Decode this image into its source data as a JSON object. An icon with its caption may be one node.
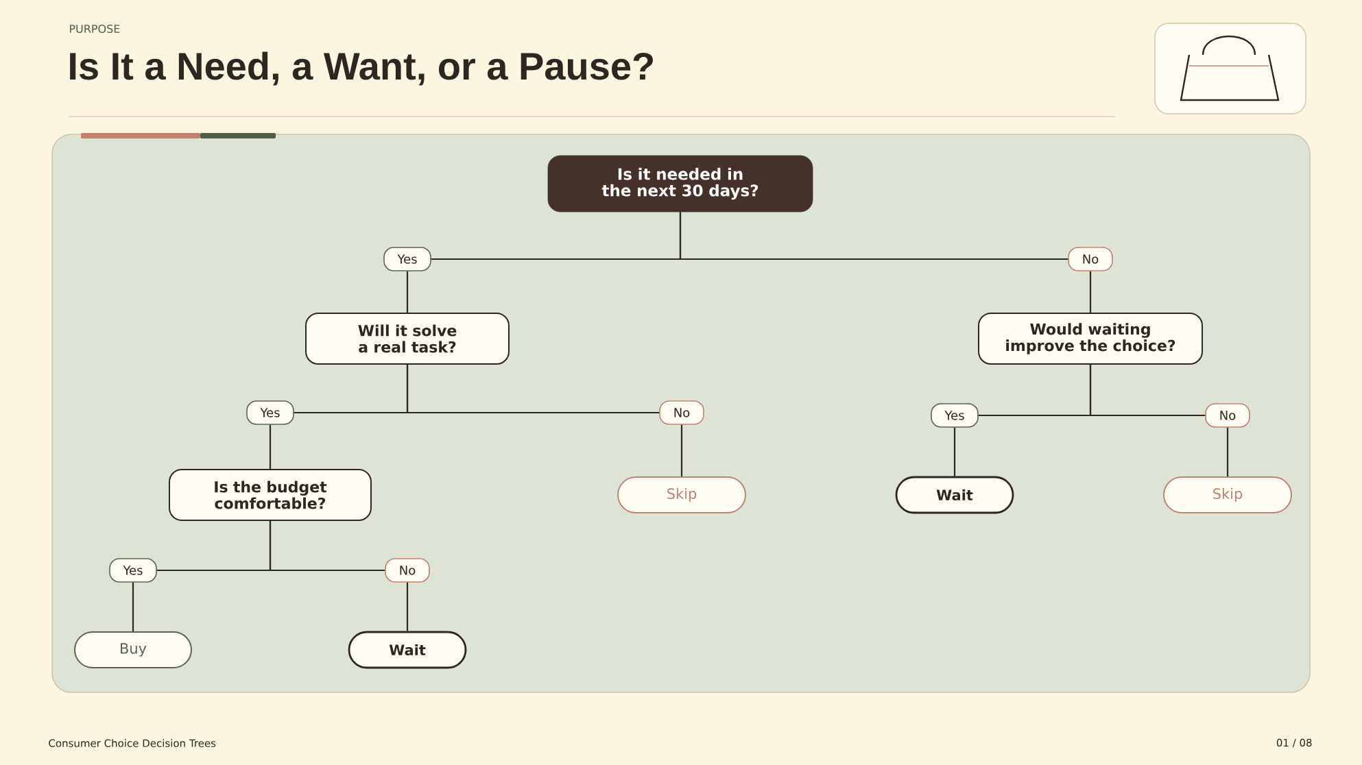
{
  "diagram": {
    "title": "Is It a Need, a Want, or a Pause?",
    "nodes": [
      {
        "text": [
          "Is it needed in the next 30 days?"
        ]
      },
      {
        "text": [
          "Yes"
        ]
      },
      {
        "text": [
          "No"
        ]
      },
      {
        "text": [
          "Will it solve a real task?"
        ]
      },
      {
        "text": [
          "Would waiting improve the choice?"
        ]
      },
      {
        "text": [
          "Yes"
        ]
      },
      {
        "text": [
          "No"
        ]
      },
      {
        "text": [
          "Yes"
        ]
      },
      {
        "text": [
          "No"
        ]
      },
      {
        "text": [
          "Is the budget comfortable?"
        ]
      },
      {
        "text": [
          "Skip"
        ]
      },
      {
        "text": [
          "Wait"
        ]
      },
      {
        "text": [
          "Skip"
        ]
      },
      {
        "text": [
          "Yes"
        ]
      },
      {
        "text": [
          "No"
        ]
      },
      {
        "text": [
          "Buy"
        ]
      },
      {
        "text": [
          "Wait"
        ]
      }
    ],
    "edges": [
      {
        "from": 0,
        "to": 1,
        "arrow": "none"
      },
      {
        "from": 0,
        "to": 2,
        "arrow": "none"
      },
      {
        "from": 1,
        "to": 3,
        "arrow": "none"
      },
      {
        "from": 2,
        "to": 4,
        "arrow": "none"
      },
      {
        "from": 3,
        "to": 5,
        "arrow": "none"
      },
      {
        "from": 3,
        "to": 6,
        "arrow": "none"
      },
      {
        "from": 4,
        "to": 7,
        "arrow": "none"
      },
      {
        "from": 4,
        "to": 8,
        "arrow": "none"
      },
      {
        "from": 5,
        "to": 9,
        "arrow": "none"
      },
      {
        "from": 6,
        "to": 10,
        "arrow": "none"
      },
      {
        "from": 7,
        "to": 11,
        "arrow": "none"
      },
      {
        "from": 8,
        "to": 12,
        "arrow": "none"
      },
      {
        "from": 9,
        "to": 13,
        "arrow": "none"
      },
      {
        "from": 9,
        "to": 14,
        "arrow": "none"
      },
      {
        "from": 13,
        "to": 15,
        "arrow": "none"
      },
      {
        "from": 14,
        "to": 16,
        "arrow": "none"
      }
    ],
    "labels": [
      "PURPOSE",
      "Consumer Choice Decision Trees",
      "01 / 08"
    ]
  }
}
